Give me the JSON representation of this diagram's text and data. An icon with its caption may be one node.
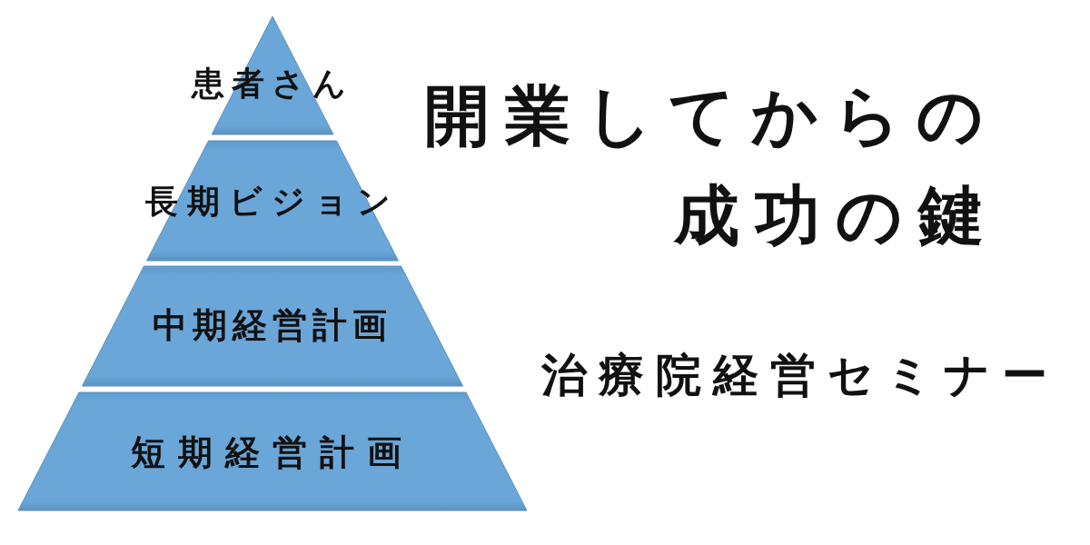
{
  "diagram": {
    "title": "開業してからの成功の鍵",
    "nodes": [
      {
        "text": [
          "患者さん"
        ]
      },
      {
        "text": [
          "長期ビジョン"
        ]
      },
      {
        "text": [
          "中期経営計画"
        ]
      },
      {
        "text": [
          "短期経営計画"
        ]
      }
    ],
    "labels": [
      "治療院経営セミナー"
    ]
  }
}
